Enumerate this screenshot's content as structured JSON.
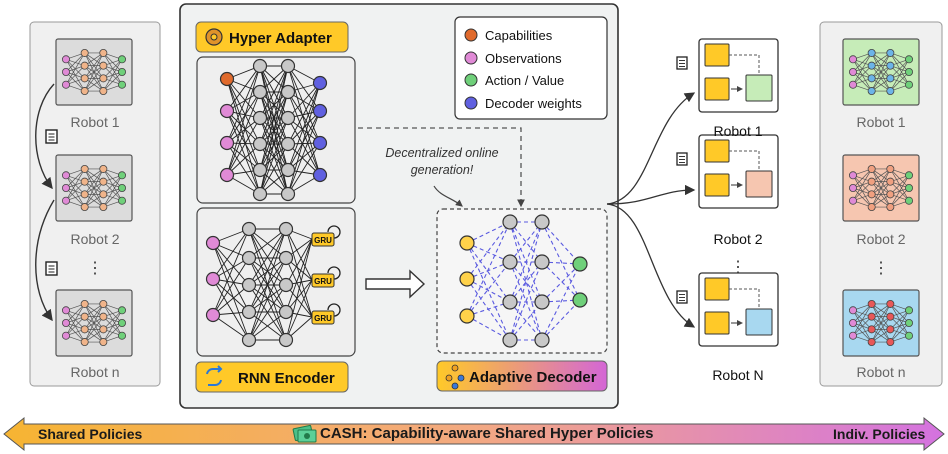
{
  "left_panel": {
    "robot_labels": [
      "Robot 1",
      "Robot 2",
      "Robot n"
    ],
    "dots": "⋮"
  },
  "right_panel": {
    "robot_labels": [
      "Robot 1",
      "Robot 2",
      "Robot n"
    ],
    "dots": "⋮"
  },
  "center": {
    "hyper_adapter_title": "Hyper Adapter",
    "rnn_encoder_title": "RNN Encoder",
    "adaptive_decoder_title": "Adaptive Decoder",
    "gru_label": "GRU",
    "annotation_line1": "Decentralized online",
    "annotation_line2": "generation!",
    "legend": [
      "Capabilities",
      "Observations",
      "Action / Value",
      "Decoder weights"
    ]
  },
  "robots_column": {
    "labels": [
      "Robot 1",
      "Robot 2",
      "Robot N"
    ],
    "dots": "⋮"
  },
  "banner": {
    "left": "Shared Policies",
    "center": "CASH: Capability-aware Shared Hyper Policies",
    "right": "Indiv. Policies"
  },
  "colors": {
    "capabilities": "#e06a2c",
    "observations": "#e08ad6",
    "action_value": "#6fd07a",
    "decoder_weights": "#6060e0",
    "hidden_node": "#c8c8c8",
    "decoder_input": "#ffd24a",
    "badge_yellow": "#ffc928",
    "decoder_badge_start": "#ffc928",
    "decoder_badge_end": "#d466d6",
    "banner_start": "#f6b432",
    "banner_mid": "#f0a0a0",
    "banner_end": "#d472e0",
    "robot1_head": "#c6ecb8",
    "robot2_head": "#f6c6b0",
    "robotn_head": "#a8d8f0"
  },
  "icons": [
    "gear-icon",
    "loop-icon",
    "decoder-icon",
    "money-icon",
    "document-icon",
    "clock-icon"
  ]
}
